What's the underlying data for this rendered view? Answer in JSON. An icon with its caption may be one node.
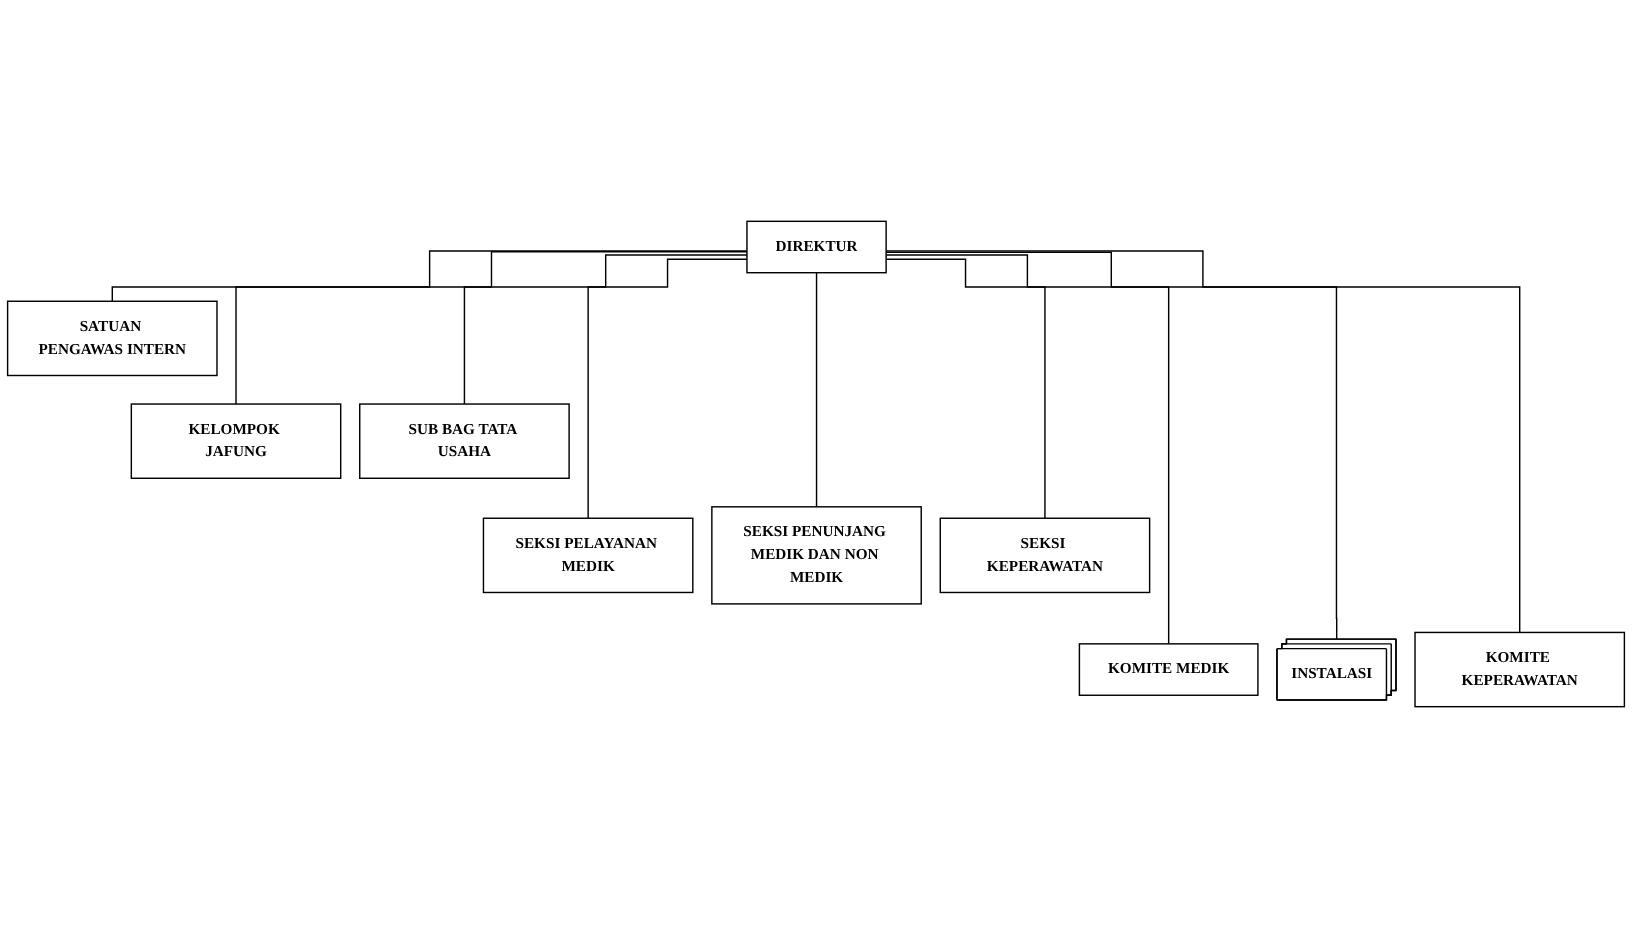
{
  "diagram": {
    "nodes": [
      {
        "text": [
          "DIREKTUR"
        ]
      },
      {
        "text": [
          "SATUAN PENGAWAS INTERN"
        ]
      },
      {
        "text": [
          "KELOMPOK JAFUNG"
        ]
      },
      {
        "text": [
          "SUB BAG TATA USAHA"
        ]
      },
      {
        "text": [
          "SEKSI PELAYANAN MEDIK"
        ]
      },
      {
        "text": [
          "SEKSI PENUNJANG MEDIK DAN NON MEDIK"
        ]
      },
      {
        "text": [
          "SEKSI KEPERAWATAN"
        ]
      },
      {
        "text": [
          "KOMITE MEDIK"
        ]
      },
      {
        "text": [
          "INSTALASI"
        ]
      },
      {
        "text": [
          "KOMITE KEPERAWATAN"
        ]
      }
    ],
    "edges": [
      {
        "from": 0,
        "to": 1,
        "arrow": "none"
      },
      {
        "from": 0,
        "to": 2,
        "arrow": "none"
      },
      {
        "from": 0,
        "to": 3,
        "arrow": "none"
      },
      {
        "from": 0,
        "to": 4,
        "arrow": "none"
      },
      {
        "from": 0,
        "to": 5,
        "arrow": "none"
      },
      {
        "from": 0,
        "to": 6,
        "arrow": "none"
      },
      {
        "from": 0,
        "to": 7,
        "arrow": "none"
      },
      {
        "from": 0,
        "to": 8,
        "arrow": "none"
      },
      {
        "from": 0,
        "to": 9,
        "arrow": "none"
      }
    ]
  }
}
